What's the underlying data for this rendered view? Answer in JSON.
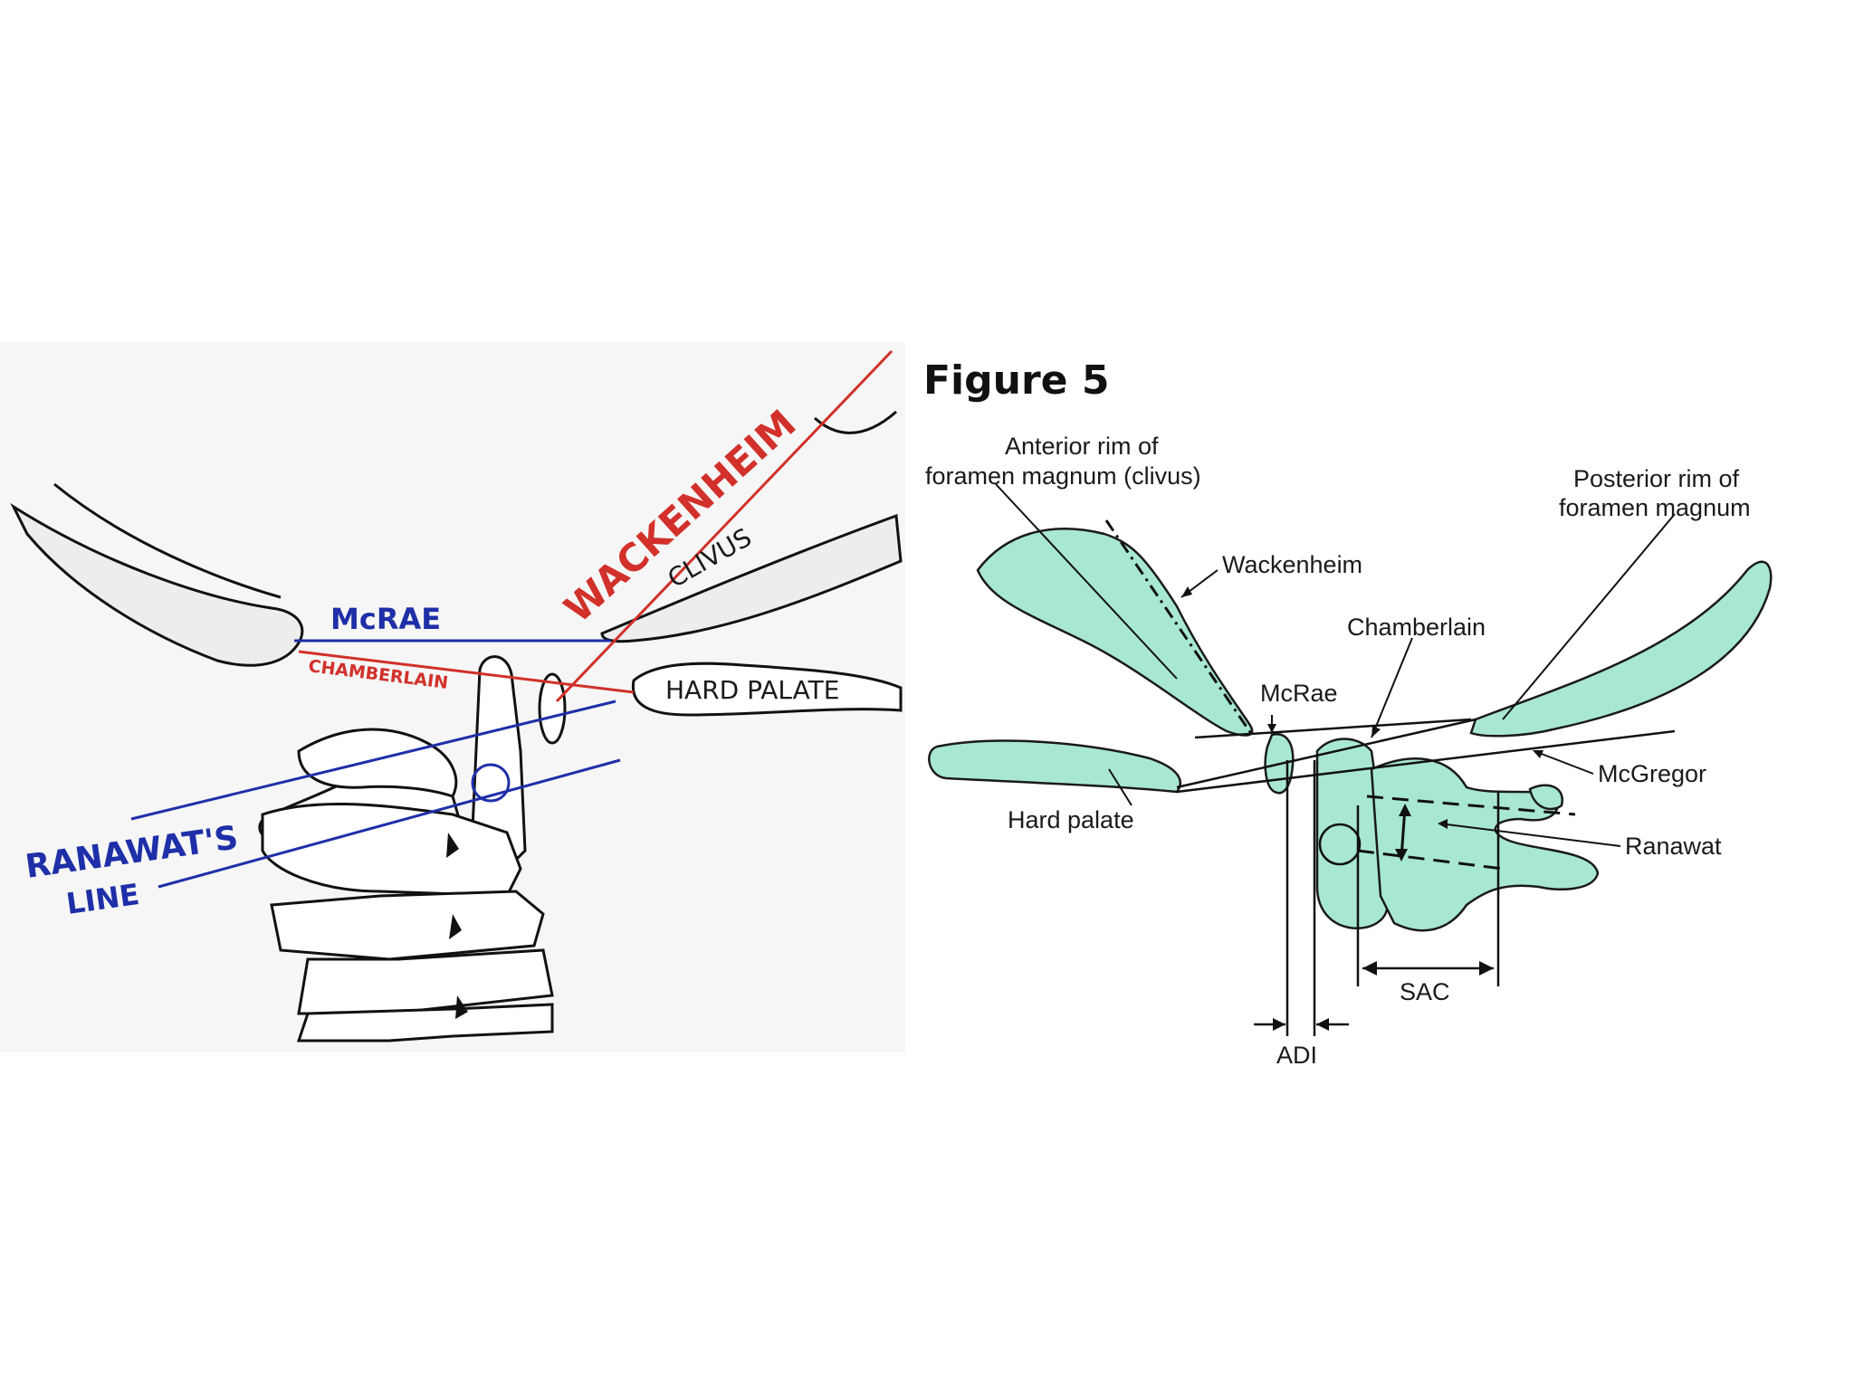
{
  "sketch": {
    "mcrae": "McRAE",
    "chamberlain": "CHAMBERLAIN",
    "wackenheim": "WACKENHEIM",
    "clivus": "CLIVUS",
    "hard_palate": "HARD PALATE",
    "ranawat_line1": "RANAWAT'S",
    "ranawat_line2": "LINE"
  },
  "figure": {
    "title": "Figure 5",
    "anterior_rim_1": "Anterior rim of",
    "anterior_rim_2": "foramen magnum (clivus)",
    "posterior_rim_1": "Posterior rim of",
    "posterior_rim_2": "foramen magnum",
    "wackenheim": "Wackenheim",
    "chamberlain": "Chamberlain",
    "mcrae": "McRae",
    "mcgregor": "McGregor",
    "hard_palate": "Hard palate",
    "ranawat": "Ranawat",
    "sac": "SAC",
    "adi": "ADI"
  },
  "colors": {
    "bone_fill": "#a8e8d0",
    "sketch_blue": "#1f2fa8",
    "sketch_red": "#d2302a"
  }
}
